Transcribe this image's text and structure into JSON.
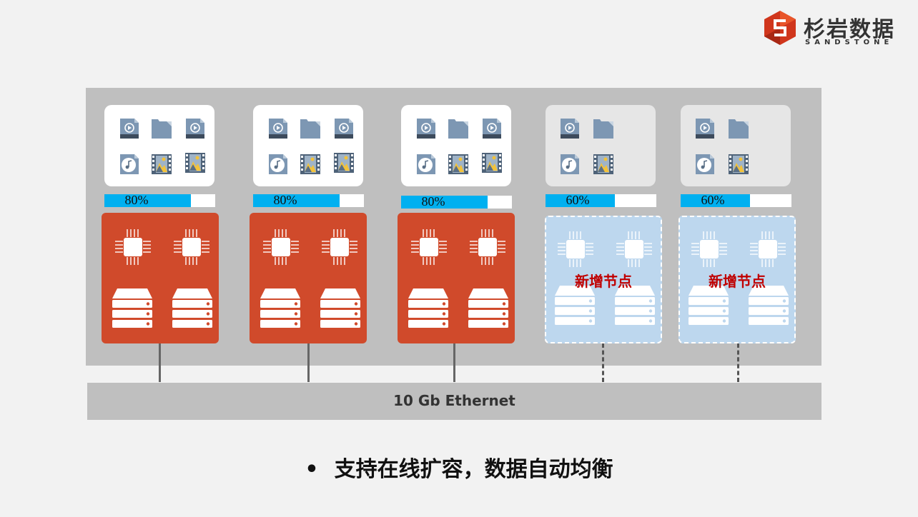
{
  "logo": {
    "name": "杉岩数据",
    "sub": "SANDSTONE",
    "color": "#d0361c"
  },
  "nodes": [
    {
      "usage": "80%",
      "fill": 0.8,
      "new": false,
      "label": ""
    },
    {
      "usage": "80%",
      "fill": 0.8,
      "new": false,
      "label": ""
    },
    {
      "usage": "80%",
      "fill": 0.8,
      "new": false,
      "label": ""
    },
    {
      "usage": "60%",
      "fill": 0.6,
      "new": true,
      "label": "新增节点"
    },
    {
      "usage": "60%",
      "fill": 0.6,
      "new": true,
      "label": "新增节点"
    }
  ],
  "network": {
    "label": "10 Gb Ethernet"
  },
  "caption": {
    "bullet": "•",
    "text": "支持在线扩容，数据自动均衡"
  },
  "colors": {
    "node": "#d04a2b",
    "new_node": "#bdd7ee",
    "bar": "#00b0f0",
    "new_label": "#c00000"
  },
  "icons": [
    "video-file-icon",
    "folder-icon",
    "audio-file-icon",
    "image-file-icon",
    "cpu-chip-icon",
    "server-icon"
  ]
}
